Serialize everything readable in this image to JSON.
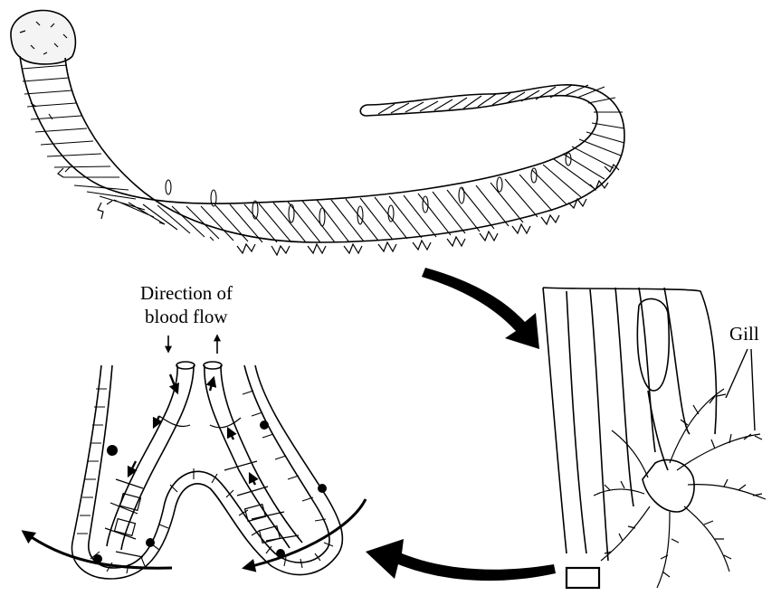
{
  "labels": {
    "flow_line1": "Direction of",
    "flow_line2": "blood flow",
    "gill": "Gill"
  },
  "colors": {
    "ink": "#000000",
    "background": "#ffffff"
  }
}
